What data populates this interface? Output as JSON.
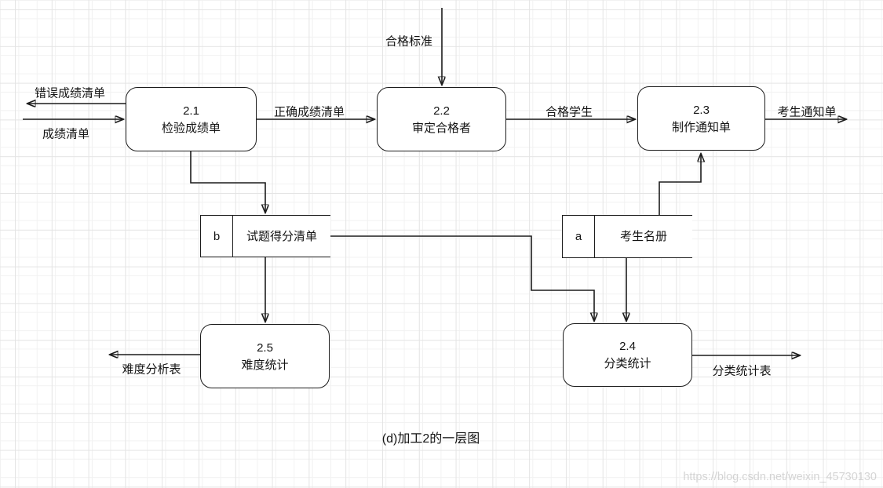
{
  "diagram": {
    "caption": "(d)加工2的一层图",
    "watermark": "https://blog.csdn.net/weixin_45730130",
    "processes": [
      {
        "id": "2.1",
        "name": "检验成绩单"
      },
      {
        "id": "2.2",
        "name": "审定合格者"
      },
      {
        "id": "2.3",
        "name": "制作通知单"
      },
      {
        "id": "2.4",
        "name": "分类统计"
      },
      {
        "id": "2.5",
        "name": "难度统计"
      }
    ],
    "data_stores": [
      {
        "key": "b",
        "name": "试题得分清单"
      },
      {
        "key": "a",
        "name": "考生名册"
      }
    ],
    "flow_labels": {
      "qualification_standard": "合格标准",
      "wrong_score_list": "错误成绩清单",
      "score_list": "成绩清单",
      "correct_score_list": "正确成绩清单",
      "qualified_students": "合格学生",
      "examinee_notification": "考生通知单",
      "difficulty_analysis_table": "难度分析表",
      "classification_statistics_table": "分类统计表"
    },
    "edges": [
      {
        "from": "external-top",
        "to": "process-2.2",
        "label": "合格标准"
      },
      {
        "from": "process-2.1",
        "to": "external-left",
        "label": "错误成绩清单"
      },
      {
        "from": "external-left",
        "to": "process-2.1",
        "label": "成绩清单"
      },
      {
        "from": "process-2.1",
        "to": "process-2.2",
        "label": "正确成绩清单"
      },
      {
        "from": "process-2.2",
        "to": "process-2.3",
        "label": "合格学生"
      },
      {
        "from": "process-2.3",
        "to": "external-right",
        "label": "考生通知单"
      },
      {
        "from": "process-2.1",
        "to": "store-b",
        "label": ""
      },
      {
        "from": "store-b",
        "to": "process-2.5",
        "label": ""
      },
      {
        "from": "store-b",
        "to": "process-2.4",
        "label": ""
      },
      {
        "from": "store-a",
        "to": "process-2.4",
        "label": ""
      },
      {
        "from": "store-a",
        "to": "process-2.3",
        "label": ""
      },
      {
        "from": "process-2.5",
        "to": "external-left",
        "label": "难度分析表"
      },
      {
        "from": "process-2.4",
        "to": "external-right",
        "label": "分类统计表"
      }
    ],
    "colors": {
      "stroke": "#1c1c1c",
      "grid_minor": "#f2f2f2",
      "grid_major": "#e4e4e4",
      "watermark_gray": "#b2b2b2"
    }
  }
}
